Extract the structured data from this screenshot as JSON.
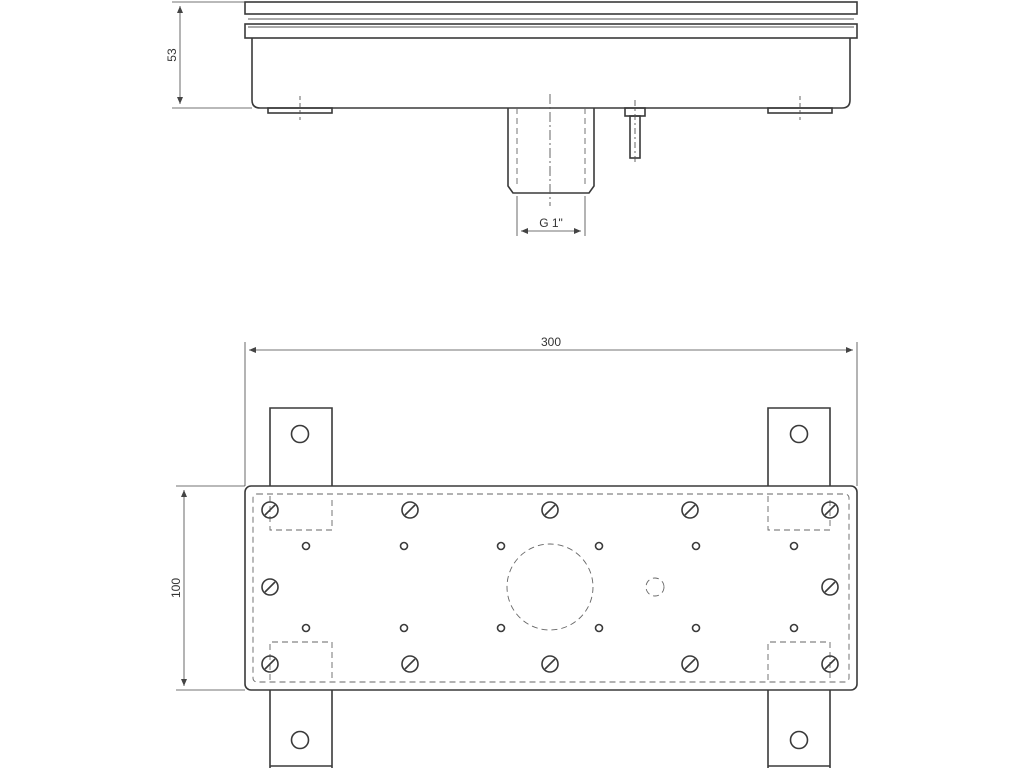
{
  "dimensions": {
    "height_label": "53",
    "thread_label": "G 1\"",
    "width_label": "300",
    "depth_label": "100"
  },
  "colors": {
    "line": "#3a3a3a",
    "background": "#ffffff"
  }
}
